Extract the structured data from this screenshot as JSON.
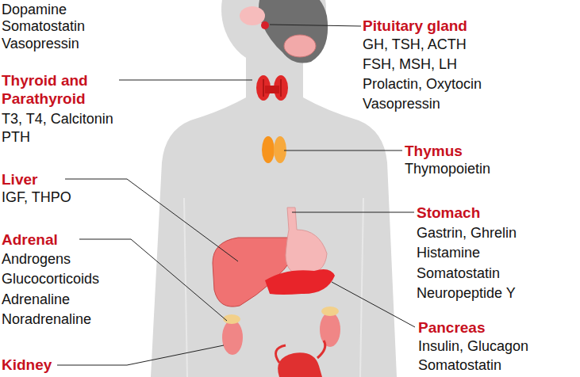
{
  "diagram": {
    "labels": [
      "Dopamine",
      "Somatostatin",
      "Vasopressin",
      "Thyroid and Parathyroid",
      "T3, T4, Calcitonin",
      "PTH",
      "Liver",
      "IGF, THPO",
      "Adrenal",
      "Androgens",
      "Glucocorticoids",
      "Adrenaline",
      "Noradrenaline",
      "Kidney",
      "Pituitary gland",
      "GH, TSH, ACTH",
      "FSH, MSH, LH",
      "Prolactin, Oxytocin",
      "Vasopressin",
      "Thymus",
      "Thymopoietin",
      "Stomach",
      "Gastrin, Ghrelin",
      "Histamine",
      "Somatostatin",
      "Neuropeptide Y",
      "Pancreas",
      "Insulin, Glucagon",
      "Somatostatin"
    ]
  }
}
